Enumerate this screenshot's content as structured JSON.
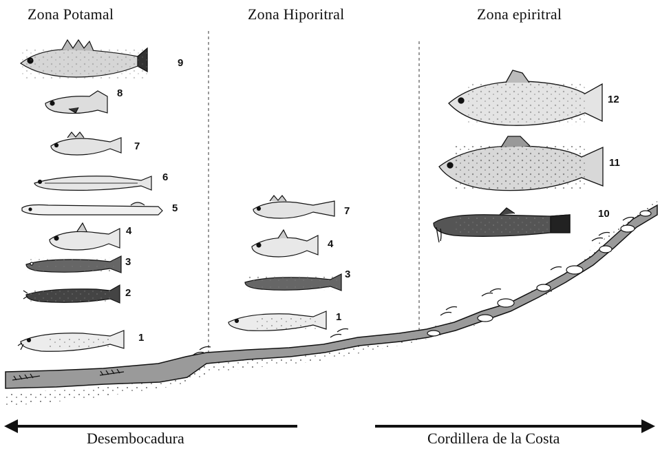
{
  "zones": [
    {
      "title": "Zona Potamal"
    },
    {
      "title": "Zona Hiporitral"
    },
    {
      "title": "Zona epiritral"
    }
  ],
  "fish_numbers": {
    "potamal": [
      "9",
      "8",
      "7",
      "6",
      "5",
      "4",
      "3",
      "2",
      "1"
    ],
    "hiporitral": [
      "7",
      "4",
      "3",
      "1"
    ],
    "epiritral": [
      "12",
      "11",
      "10"
    ]
  },
  "arrows": {
    "left_label": "Desembocadura",
    "right_label": "Cordillera de la Costa"
  }
}
